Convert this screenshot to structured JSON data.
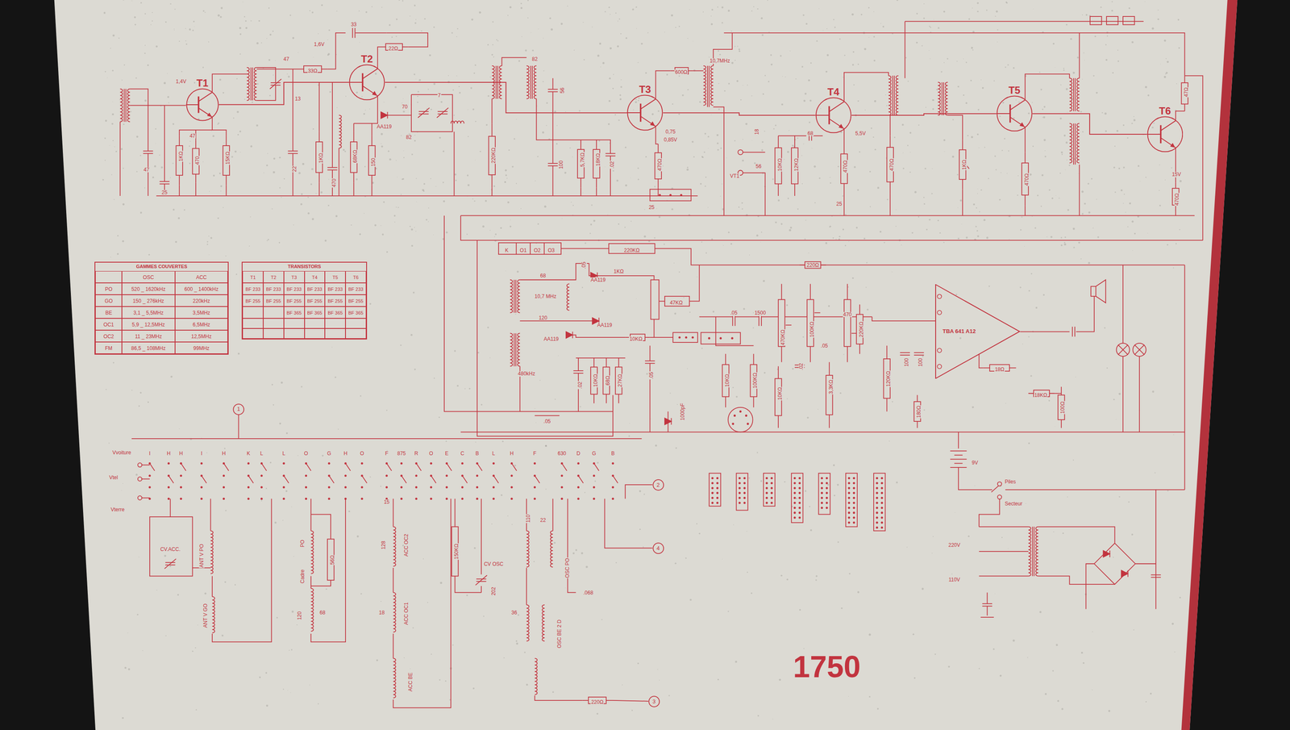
{
  "diagram": {
    "title": "1750",
    "nodes": [
      {
        "text": [
          "T1"
        ]
      },
      {
        "text": [
          "T2"
        ]
      },
      {
        "text": [
          "T3"
        ]
      },
      {
        "text": [
          "T4"
        ]
      },
      {
        "text": [
          "T5"
        ]
      },
      {
        "text": [
          "T6"
        ]
      },
      {
        "text": [
          "GAMMES COUVERTES"
        ]
      },
      {
        "text": [
          "TRANSISTORS"
        ]
      },
      {
        "text": [
          "TBA 641 A12"
        ]
      },
      {
        "text": [
          "1"
        ]
      },
      {
        "text": [
          "2"
        ]
      },
      {
        "text": [
          "4"
        ]
      },
      {
        "text": [
          "3"
        ]
      }
    ],
    "edges": [
      {
        "from": 0,
        "to": 1,
        "arrow": "none"
      },
      {
        "from": 1,
        "to": 2,
        "arrow": "none"
      },
      {
        "from": 2,
        "to": 3,
        "arrow": "none"
      },
      {
        "from": 3,
        "to": 4,
        "arrow": "none"
      },
      {
        "from": 4,
        "to": 5,
        "arrow": "none"
      }
    ],
    "labels": [
      "OSC",
      "ACC",
      "PO",
      "520 _ 1620kHz",
      "600 _ 1400kHz",
      "GO",
      "150 _ 276kHz",
      "220kHz",
      "BE",
      "3,1 _ 5,5MHz",
      "3,5MHz",
      "OC1",
      "5,9 _ 12,5MHz",
      "6,5MHz",
      "OC2",
      "11 _ 23MHz",
      "12,5MHz",
      "FM",
      "86,5 _ 108MHz",
      "99MHz",
      "T1",
      "T2",
      "T3",
      "T4",
      "T5",
      "T6",
      "BF 233",
      "BF 233",
      "BF 233",
      "BF 233",
      "BF 233",
      "BF 233",
      "BF 255",
      "BF 255",
      "BF 255",
      "BF 255",
      "BF 255",
      "BF 255",
      "BF 365",
      "BF 365",
      "BF 365",
      "BF 365",
      "1,4V",
      "47",
      "47",
      "25",
      "1KΩ",
      "470",
      "15KΩ",
      "47",
      "33Ω",
      "13",
      "1,6V",
      "33",
      "22Ω",
      "22",
      "1KΩ",
      "470",
      "68KΩ",
      "150",
      "AA119",
      "70",
      "82",
      "7",
      "220KΩ",
      "82",
      "56",
      "100",
      "5,7KΩ",
      "18KΩ",
      ".02",
      "600Ω",
      "10,7MHz",
      "0,75",
      "0,85V",
      "470Ω",
      "25",
      "18",
      "VT1",
      "56",
      "10KΩ",
      "12KΩ",
      "68",
      "470Ω",
      "5,5V",
      "470Ω",
      "25",
      "1KΩ",
      "470Ω",
      "15V",
      "470Ω",
      "47Ω",
      "K",
      "O1",
      "O2",
      "O3",
      "220KΩ",
      ".05",
      "68",
      "10,7 MHz",
      "120",
      "AA119",
      "1KΩ",
      "47KΩ",
      "AA119",
      "AA119",
      "480kHz",
      "10KΩ",
      ".02",
      "10KΩ",
      "68Ω",
      "27KΩ",
      ".05",
      ".05",
      "1000pF",
      "220Ω",
      ".05",
      "1500",
      "470KΩ",
      "100KΩ",
      ".02",
      ".05",
      "470",
      "10KΩ",
      "100KΩ",
      "10KΩ",
      "3,3KΩ",
      "220KΩ",
      "120KΩ",
      "100",
      "100",
      "180Ω",
      "18Ω",
      "18KΩ",
      "100Ω",
      "9V",
      "Piles",
      "Secteur",
      "220V",
      "110V",
      "Vvoiture",
      "Vtel",
      "Vterre",
      "I",
      "H",
      "H",
      "I",
      "H",
      "K",
      "L",
      "L",
      "O",
      "G",
      "H",
      "O",
      "F",
      "875",
      "R",
      "O",
      "E",
      "C",
      "B",
      "L",
      "H",
      "F",
      "630",
      "D",
      "G",
      "B",
      "CV.ACC.",
      "ANT V PO",
      "ANT V GO",
      "PO",
      "56Ω",
      "Cadre",
      "120",
      "68",
      "15",
      "128",
      "ACC OC2",
      "18",
      "ACC OC1",
      "ACC BE",
      "150KΩ",
      "CV OSC",
      "202",
      "110",
      "22",
      "OSC PO",
      "36",
      "OSC BE 2 D",
      ".068",
      "220Ω"
    ]
  }
}
